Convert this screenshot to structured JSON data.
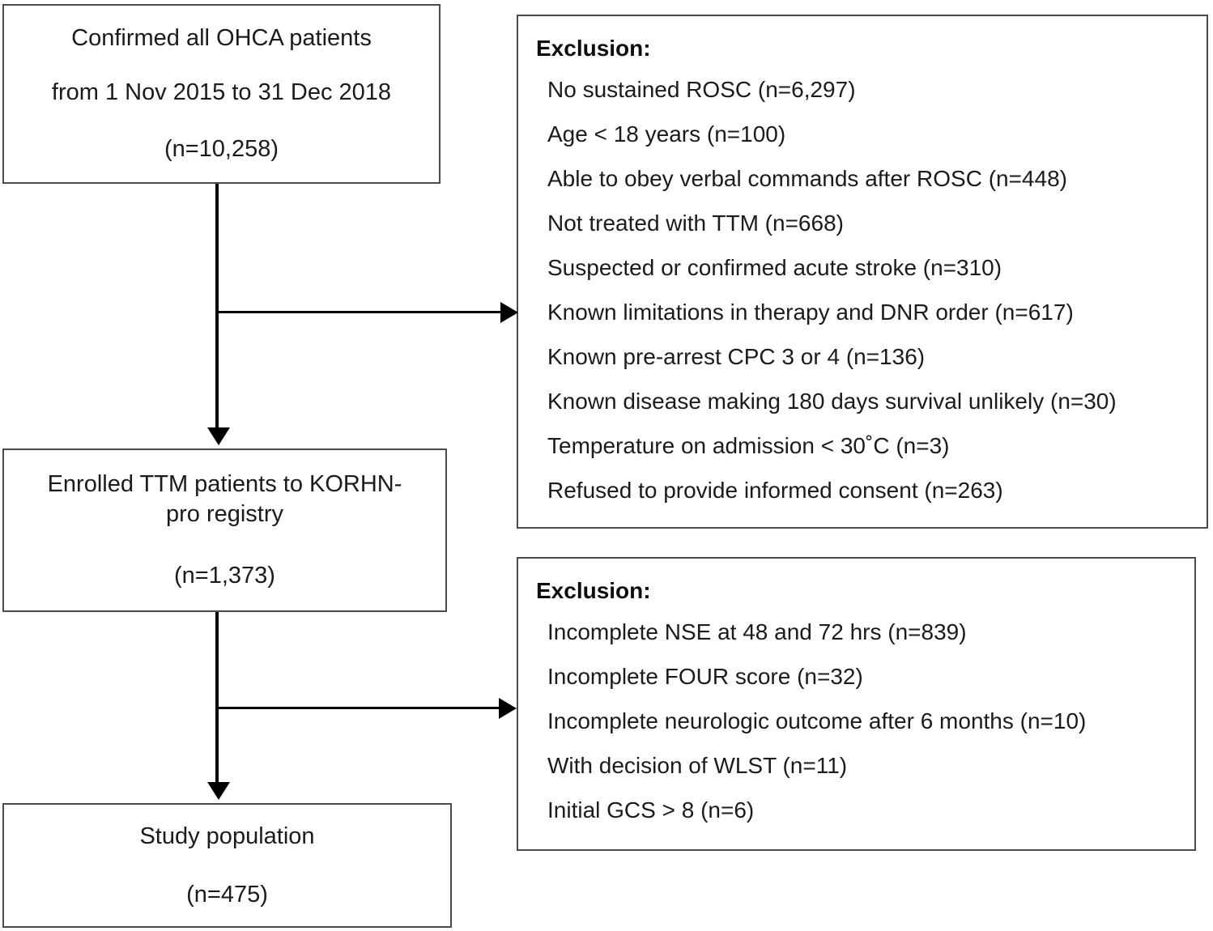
{
  "diagram": {
    "type": "study-flow-diagram",
    "title": "Study population flow diagram",
    "colors": {
      "box_border": "#4a4a4f",
      "connector": "#000000",
      "text": "#1b1b1b",
      "background": "#ffffff"
    }
  },
  "nodes": {
    "source_cohort": {
      "line1": "Confirmed all OHCA patients",
      "line2": "from 1 Nov 2015 to 31 Dec 2018",
      "count": "(n=10,258)"
    },
    "registry": {
      "line1": "Enrolled TTM patients to KORHN-",
      "line2": "pro registry",
      "count": "(n=1,373)"
    },
    "study_population": {
      "line1": "Study population",
      "count": "(n=475)"
    }
  },
  "exclusions": [
    {
      "title": "Exclusion:",
      "items": [
        "No sustained ROSC (n=6,297)",
        "Age < 18 years (n=100)",
        "Able to obey verbal commands after ROSC (n=448)",
        "Not treated with TTM (n=668)",
        "Suspected or confirmed acute stroke (n=310)",
        "Known limitations in therapy and DNR order (n=617)",
        "Known pre-arrest CPC 3 or 4 (n=136)",
        "Known disease making 180 days survival unlikely (n=30)",
        "Temperature on admission < 30˚C (n=3)",
        "Refused to provide informed consent (n=263)"
      ]
    },
    {
      "title": "Exclusion:",
      "items": [
        "Incomplete NSE at 48 and 72 hrs (n=839)",
        "Incomplete FOUR score (n=32)",
        "Incomplete neurologic outcome after 6 months (n=10)",
        "With decision of WLST (n=11)",
        "Initial GCS > 8 (n=6)"
      ]
    }
  ]
}
